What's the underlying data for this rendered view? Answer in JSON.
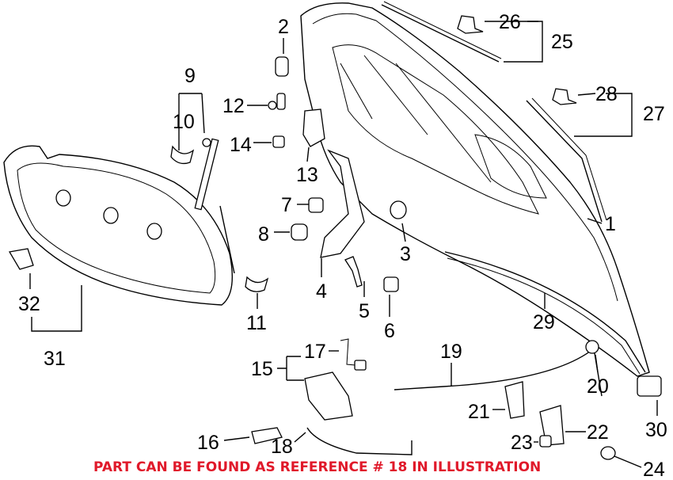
{
  "callouts": {
    "n1": "1",
    "n2": "2",
    "n3": "3",
    "n4": "4",
    "n5": "5",
    "n6": "6",
    "n7": "7",
    "n8": "8",
    "n9": "9",
    "n10": "10",
    "n11": "11",
    "n12": "12",
    "n13": "13",
    "n14": "14",
    "n15": "15",
    "n16": "16",
    "n17": "17",
    "n18": "18",
    "n19": "19",
    "n20": "20",
    "n21": "21",
    "n22": "22",
    "n23": "23",
    "n24": "24",
    "n25": "25",
    "n26": "26",
    "n27": "27",
    "n28": "28",
    "n29": "29",
    "n30": "30",
    "n31": "31",
    "n32": "32"
  },
  "note": "PART CAN BE FOUND AS REFERENCE # 18 IN ILLUSTRATION",
  "colors": {
    "note": "#e0192a",
    "lines": "#000000"
  }
}
